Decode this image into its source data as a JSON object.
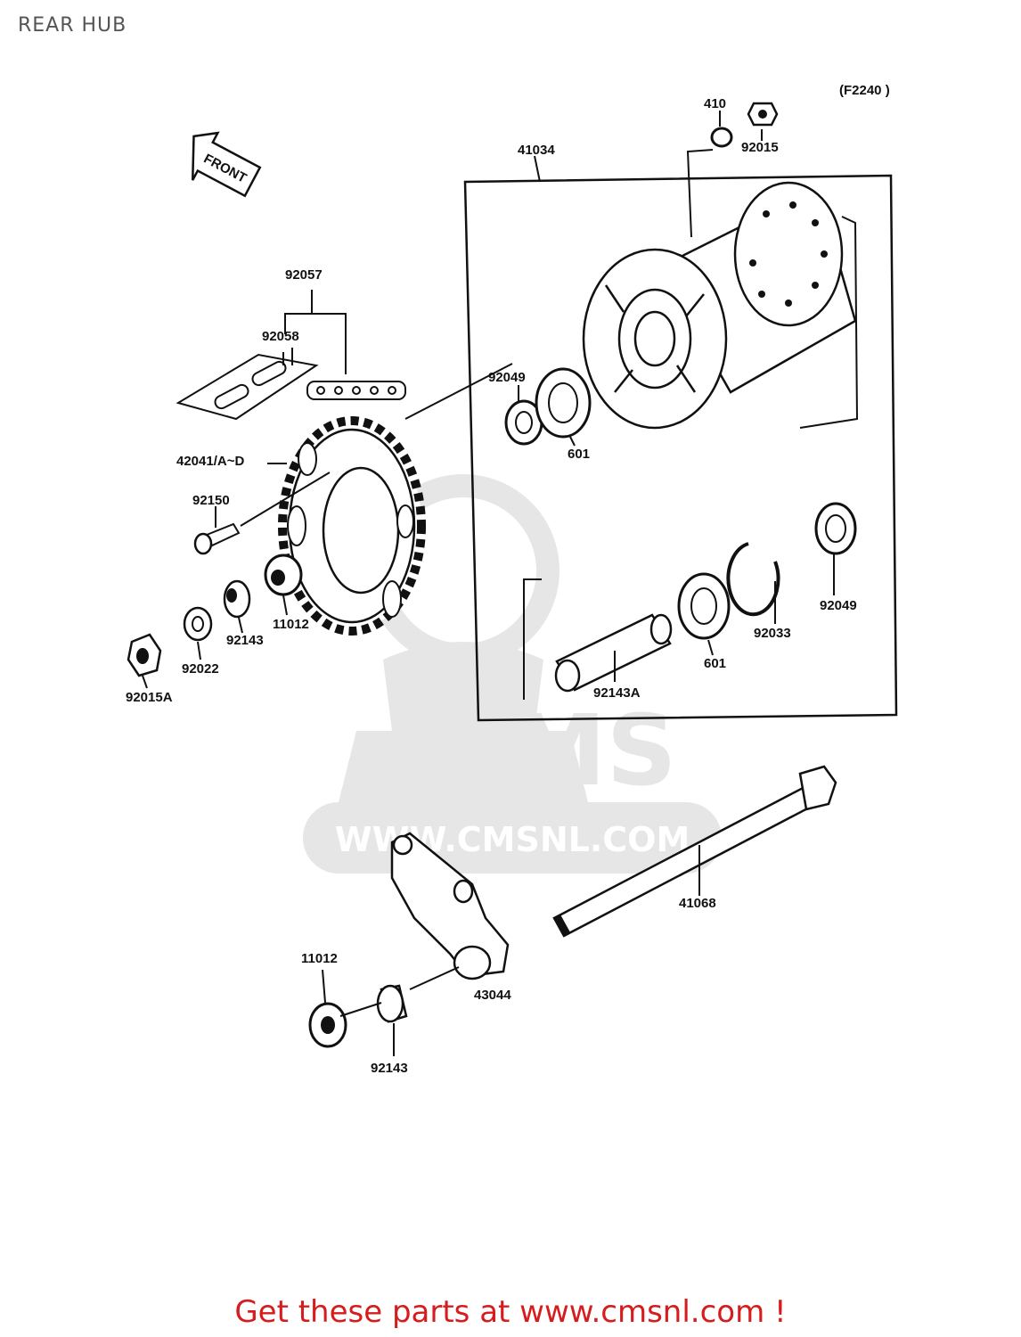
{
  "page": {
    "title": "REAR HUB",
    "diagram_code": "(F2240 )",
    "footer_link": "Get these parts at www.cmsnl.com !"
  },
  "watermark": {
    "brand": "CMS",
    "url": "WWW.CMSNL.COM"
  },
  "front_arrow": {
    "label": "FRONT"
  },
  "parts": [
    {
      "id": "410",
      "label": "410"
    },
    {
      "id": "92015",
      "label": "92015"
    },
    {
      "id": "41034",
      "label": "41034"
    },
    {
      "id": "92057",
      "label": "92057"
    },
    {
      "id": "92058",
      "label": "92058"
    },
    {
      "id": "92049-a",
      "label": "92049"
    },
    {
      "id": "601-a",
      "label": "601"
    },
    {
      "id": "42041",
      "label": "42041/A~D"
    },
    {
      "id": "92150",
      "label": "92150"
    },
    {
      "id": "11012-a",
      "label": "11012"
    },
    {
      "id": "92143-a",
      "label": "92143"
    },
    {
      "id": "92022",
      "label": "92022"
    },
    {
      "id": "92015A",
      "label": "92015A"
    },
    {
      "id": "92049-b",
      "label": "92049"
    },
    {
      "id": "92033",
      "label": "92033"
    },
    {
      "id": "601-b",
      "label": "601"
    },
    {
      "id": "92143A",
      "label": "92143A"
    },
    {
      "id": "41068",
      "label": "41068"
    },
    {
      "id": "11012-b",
      "label": "11012"
    },
    {
      "id": "43044",
      "label": "43044"
    },
    {
      "id": "92143-b",
      "label": "92143"
    }
  ],
  "colors": {
    "ink": "#111111",
    "watermark": "#e6e6e6",
    "footer": "#d61c1c",
    "title": "#555555"
  }
}
